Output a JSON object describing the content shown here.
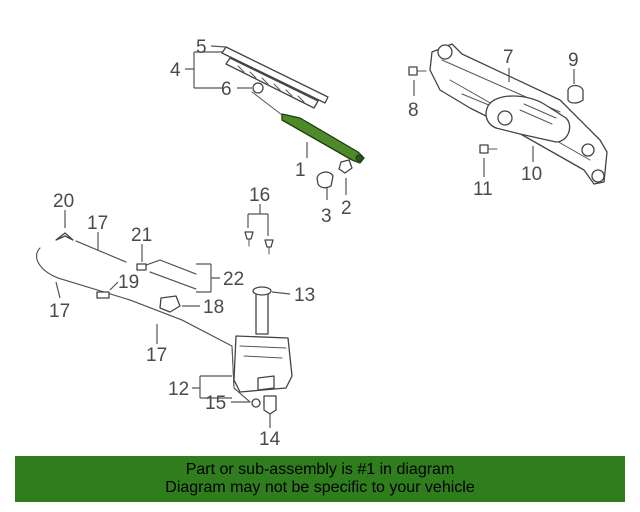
{
  "diagram": {
    "callouts": {
      "c1": "1",
      "c2": "2",
      "c3": "3",
      "c4": "4",
      "c5": "5",
      "c6": "6",
      "c7": "7",
      "c8": "8",
      "c9": "9",
      "c10": "10",
      "c11": "11",
      "c12": "12",
      "c13": "13",
      "c14": "14",
      "c15": "15",
      "c16": "16",
      "c17a": "17",
      "c17b": "17",
      "c17c": "17",
      "c18": "18",
      "c19": "19",
      "c20": "20",
      "c21": "21",
      "c22": "22"
    },
    "highlighted_part": "1",
    "highlight_color": "#4f8a2a"
  },
  "banner": {
    "line1": "Part or sub-assembly is #1 in diagram",
    "line2": "Diagram may not be specific to your vehicle",
    "background": "#2f7d1c"
  }
}
